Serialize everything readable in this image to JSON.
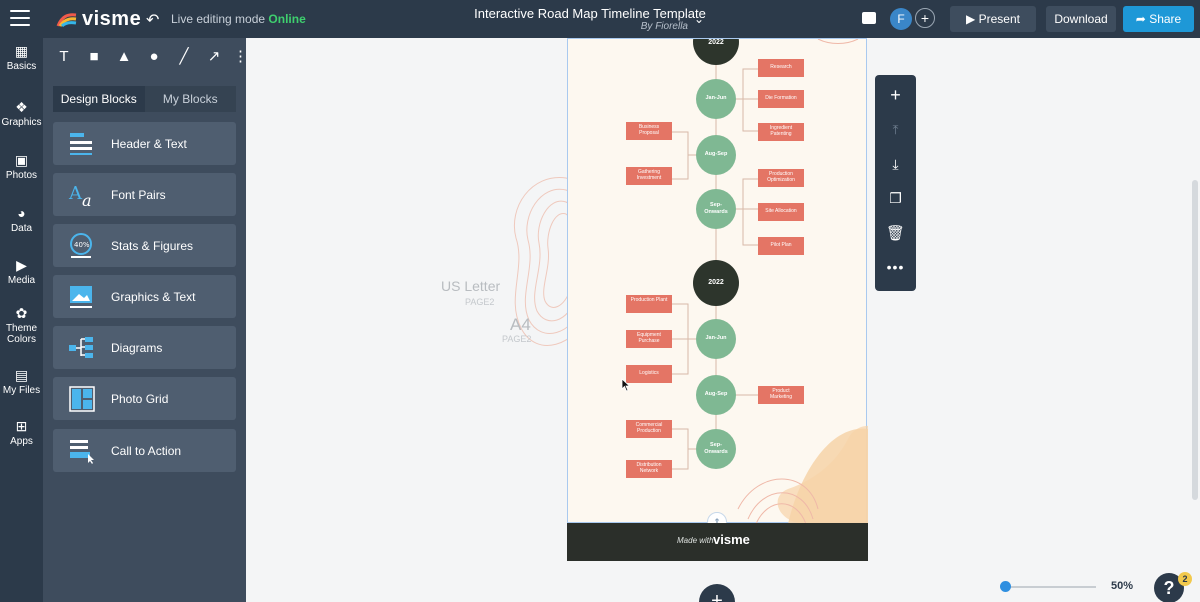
{
  "topbar": {
    "logo_text": "visme",
    "live_label": "Live editing mode",
    "live_status": "Online",
    "doc_title": "Interactive Road Map Timeline Template",
    "doc_author": "By Fiorella",
    "avatar_initial": "F",
    "present_label": "Present",
    "download_label": "Download",
    "share_label": "Share",
    "colors": {
      "bar": "#2c3a4a",
      "online": "#3ecf6e",
      "share": "#1e98d7"
    }
  },
  "rail": {
    "items": [
      {
        "label": "Basics",
        "icon": "basics-icon"
      },
      {
        "label": "Graphics",
        "icon": "graphics-icon"
      },
      {
        "label": "Photos",
        "icon": "photos-icon"
      },
      {
        "label": "Data",
        "icon": "data-pie-icon"
      },
      {
        "label": "Media",
        "icon": "media-icon"
      },
      {
        "label": "Theme Colors",
        "icon": "palette-icon"
      },
      {
        "label": "My Files",
        "icon": "folder-icon"
      },
      {
        "label": "Apps",
        "icon": "apps-icon"
      }
    ]
  },
  "panel": {
    "tools": [
      "T",
      "■",
      "▲",
      "●",
      "╱",
      "↗",
      "⋮"
    ],
    "tabs": [
      "Design Blocks",
      "My Blocks"
    ],
    "blocks": [
      "Header & Text",
      "Font Pairs",
      "Stats & Figures",
      "Graphics & Text",
      "Diagrams",
      "Photo Grid",
      "Call to Action"
    ],
    "stats_badge": "40%"
  },
  "canvas": {
    "us_letter": "US Letter",
    "us_letter_page": "PAGE2",
    "a4": "A4",
    "a4_page": "PAGE2",
    "made_with": "Made with",
    "made_with_brand": "visme",
    "zoom": "50%",
    "help_badge": "2",
    "timeline": {
      "year_top": "2022",
      "year_mid": "2022",
      "nodes": [
        {
          "label": "Jan-Jun",
          "right": [
            "Research",
            "Die Formation",
            "Ingredient Patenting"
          ],
          "left": []
        },
        {
          "label": "Aug-Sep",
          "right": [],
          "left": [
            "Business Proposal",
            "Gathering Investment"
          ]
        },
        {
          "label": "Sep-Onwards",
          "right": [
            "Production Optimization",
            "Site Allocation",
            "Pilot Plan"
          ],
          "left": []
        },
        {
          "label": "Jan-Jun",
          "right": [],
          "left": [
            "Production Plant",
            "Equipment Purchase",
            "Logistics"
          ]
        },
        {
          "label": "Aug-Sep",
          "right": [
            "Product Marketing"
          ],
          "left": []
        },
        {
          "label": "Sep-Onwards",
          "right": [],
          "left": [
            "Commercial Production",
            "Distribution Network"
          ]
        }
      ],
      "colors": {
        "year": "#2d352c",
        "node": "#7fb893",
        "box": "#e47565",
        "line": "#d8b9a8",
        "page": "#fdf8f0",
        "blob": "#f6d3a8"
      }
    }
  }
}
